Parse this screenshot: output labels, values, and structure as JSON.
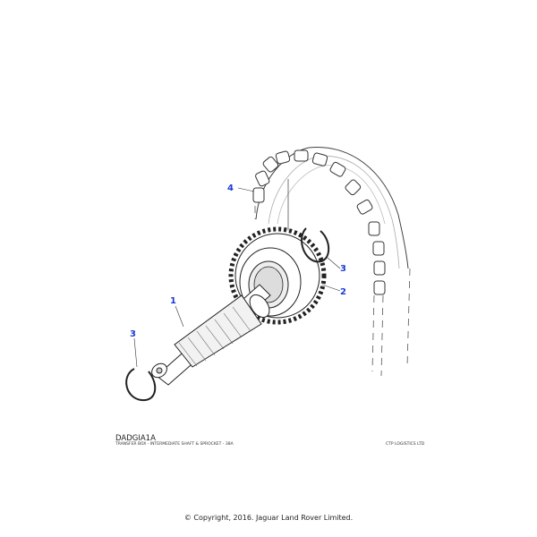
{
  "diagram": {
    "code": "DADGIA1A",
    "title": "TRANSFER BOX - INTERMEDIATE SHAFT & SPROCKET - 38A",
    "vendor": "CTP LOGISTICS LTD",
    "callouts": [
      "4",
      "1",
      "3",
      "3",
      "2"
    ]
  },
  "footer": {
    "copyright": "© Copyright, 2016. Jaguar Land Rover Limited."
  },
  "colors": {
    "callout": "#1a3bd6"
  }
}
